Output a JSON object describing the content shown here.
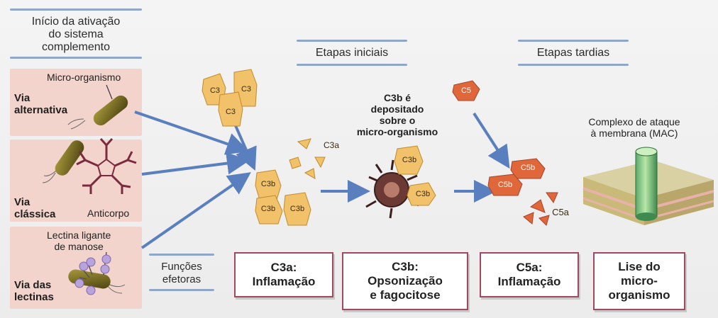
{
  "headers": {
    "initiation_line1": "Início da ativação",
    "initiation_line2": "do sistema",
    "initiation_line3": "complemento",
    "early_stages": "Etapas iniciais",
    "late_stages": "Etapas tardias"
  },
  "pathways": {
    "alternative": {
      "organism_label": "Micro-organismo",
      "name_line1": "Via",
      "name_line2": "alternativa"
    },
    "classical": {
      "name_line1": "Via",
      "name_line2": "clássica",
      "antibody_label": "Anticorpo"
    },
    "lectin": {
      "protein_line1": "Lectina ligante",
      "protein_line2": "de manose",
      "name_line1": "Via das",
      "name_line2": "lectinas"
    }
  },
  "molecules": {
    "c3_a": "C3",
    "c3_b": "C3",
    "c3_c": "C3",
    "c3a": "C3a",
    "c3b_a": "C3b",
    "c3b_b": "C3b",
    "c3b_c": "C3b",
    "c3b_bound_a": "C3b",
    "c3b_bound_b": "C3b",
    "c5": "C5",
    "c5b_a": "C5b",
    "c5b_b": "C5b",
    "c5a": "C5a"
  },
  "notes": {
    "c3b_line1": "C3b é",
    "c3b_line2": "depositado",
    "c3b_line3": "sobre o",
    "c3b_line4": "micro-organismo",
    "mac_line1": "Complexo de ataque",
    "mac_line2": "à membrana (MAC)"
  },
  "effector": {
    "line1": "Funções",
    "line2": "efetoras"
  },
  "functions": [
    {
      "line1": "C3a:",
      "line2": "Inflamação",
      "line3": ""
    },
    {
      "line1": "C3b:",
      "line2": "Opsonização",
      "line3": "e fagocitose"
    },
    {
      "line1": "C5a:",
      "line2": "Inflamação",
      "line3": ""
    },
    {
      "line1": "Lise do",
      "line2": "micro-",
      "line3": "organismo"
    }
  ],
  "colors": {
    "pathway_bg": "#f3d4cc",
    "c3": "#f2c26b",
    "c5": "#e0673a",
    "arrow": "#5a7fbf",
    "function_border": "#a3485f",
    "header_line": "#8fa6c9"
  }
}
